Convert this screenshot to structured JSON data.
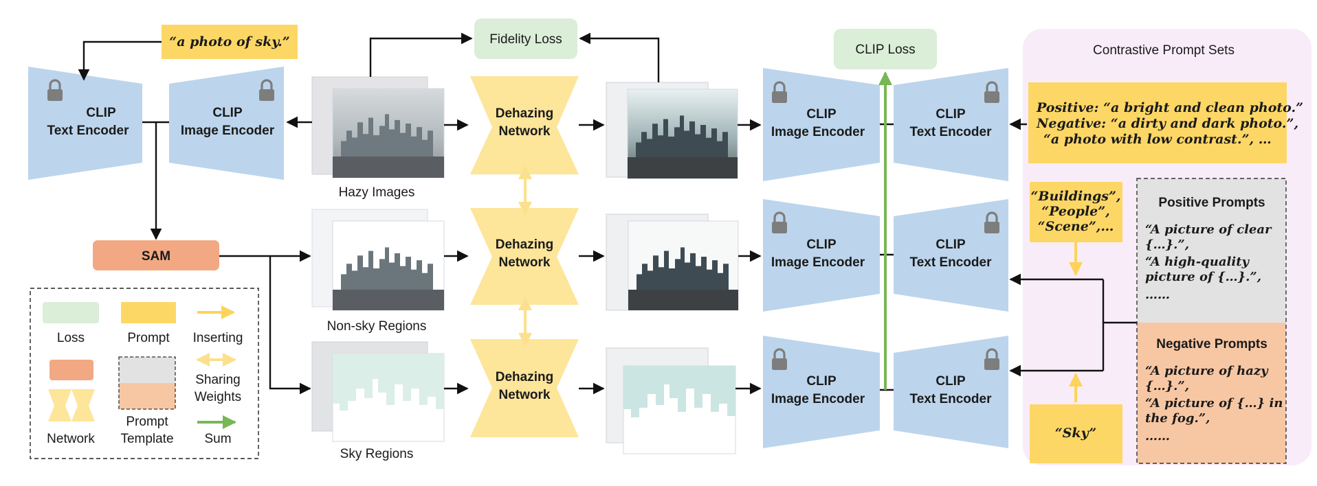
{
  "colors": {
    "encoder": "#bcd5ec",
    "network": "#fde59a",
    "prompt": "#fdd766",
    "loss": "#dbeed8",
    "sam": "#f2a983",
    "panel": "#f9ecf9",
    "pos_template": "#e2e2e2",
    "neg_template": "#f7c7a4",
    "arrow_insert": "#fdd35a",
    "arrow_share": "#fde08d",
    "arrow_sum": "#77b755",
    "sky_mask": "#dbeee8"
  },
  "top_prompt": "“a photo of sky.”",
  "left_text_encoder": {
    "line1": "CLIP",
    "line2": "Text Encoder"
  },
  "left_image_encoder": {
    "line1": "CLIP",
    "line2": "Image Encoder"
  },
  "sam": "SAM",
  "fidelity_loss": "Fidelity Loss",
  "clip_loss": "CLIP Loss",
  "image_labels": {
    "hazy": "Hazy Images",
    "nonsky": "Non-sky Regions",
    "sky": "Sky Regions"
  },
  "dehazing": {
    "line1": "Dehazing",
    "line2": "Network"
  },
  "clip_image_encoder": {
    "line1": "CLIP",
    "line2": "Image Encoder"
  },
  "clip_text_encoder": {
    "line1": "CLIP",
    "line2": "Text Encoder"
  },
  "panel": {
    "title": "Contrastive Prompt Sets",
    "global_prompts": [
      "Positive: “a bright and clean photo.”",
      "Negative: “a dirty and dark photo.”,",
      "“a photo with low contrast.”, …"
    ],
    "nonsky_words": [
      "“Buildings”,",
      "“People”,",
      "“Scene”,…"
    ],
    "sky_word": "“Sky”",
    "positive_title": "Positive Prompts",
    "positive_lines": [
      "“A picture of clear",
      "{…}.”,",
      "“A high-quality",
      "picture of {…}.”,",
      "……"
    ],
    "negative_title": "Negative Prompts",
    "negative_lines": [
      "“A picture of hazy",
      "{…}.”,",
      "“A picture of {…} in",
      "the fog.”,",
      "……"
    ]
  },
  "legend": {
    "loss": "Loss",
    "prompt": "Prompt",
    "inserting": "Inserting",
    "sharing_line1": "Sharing",
    "sharing_line2": "Weights",
    "network": "Network",
    "template_line1": "Prompt",
    "template_line2": "Template",
    "sum": "Sum"
  }
}
